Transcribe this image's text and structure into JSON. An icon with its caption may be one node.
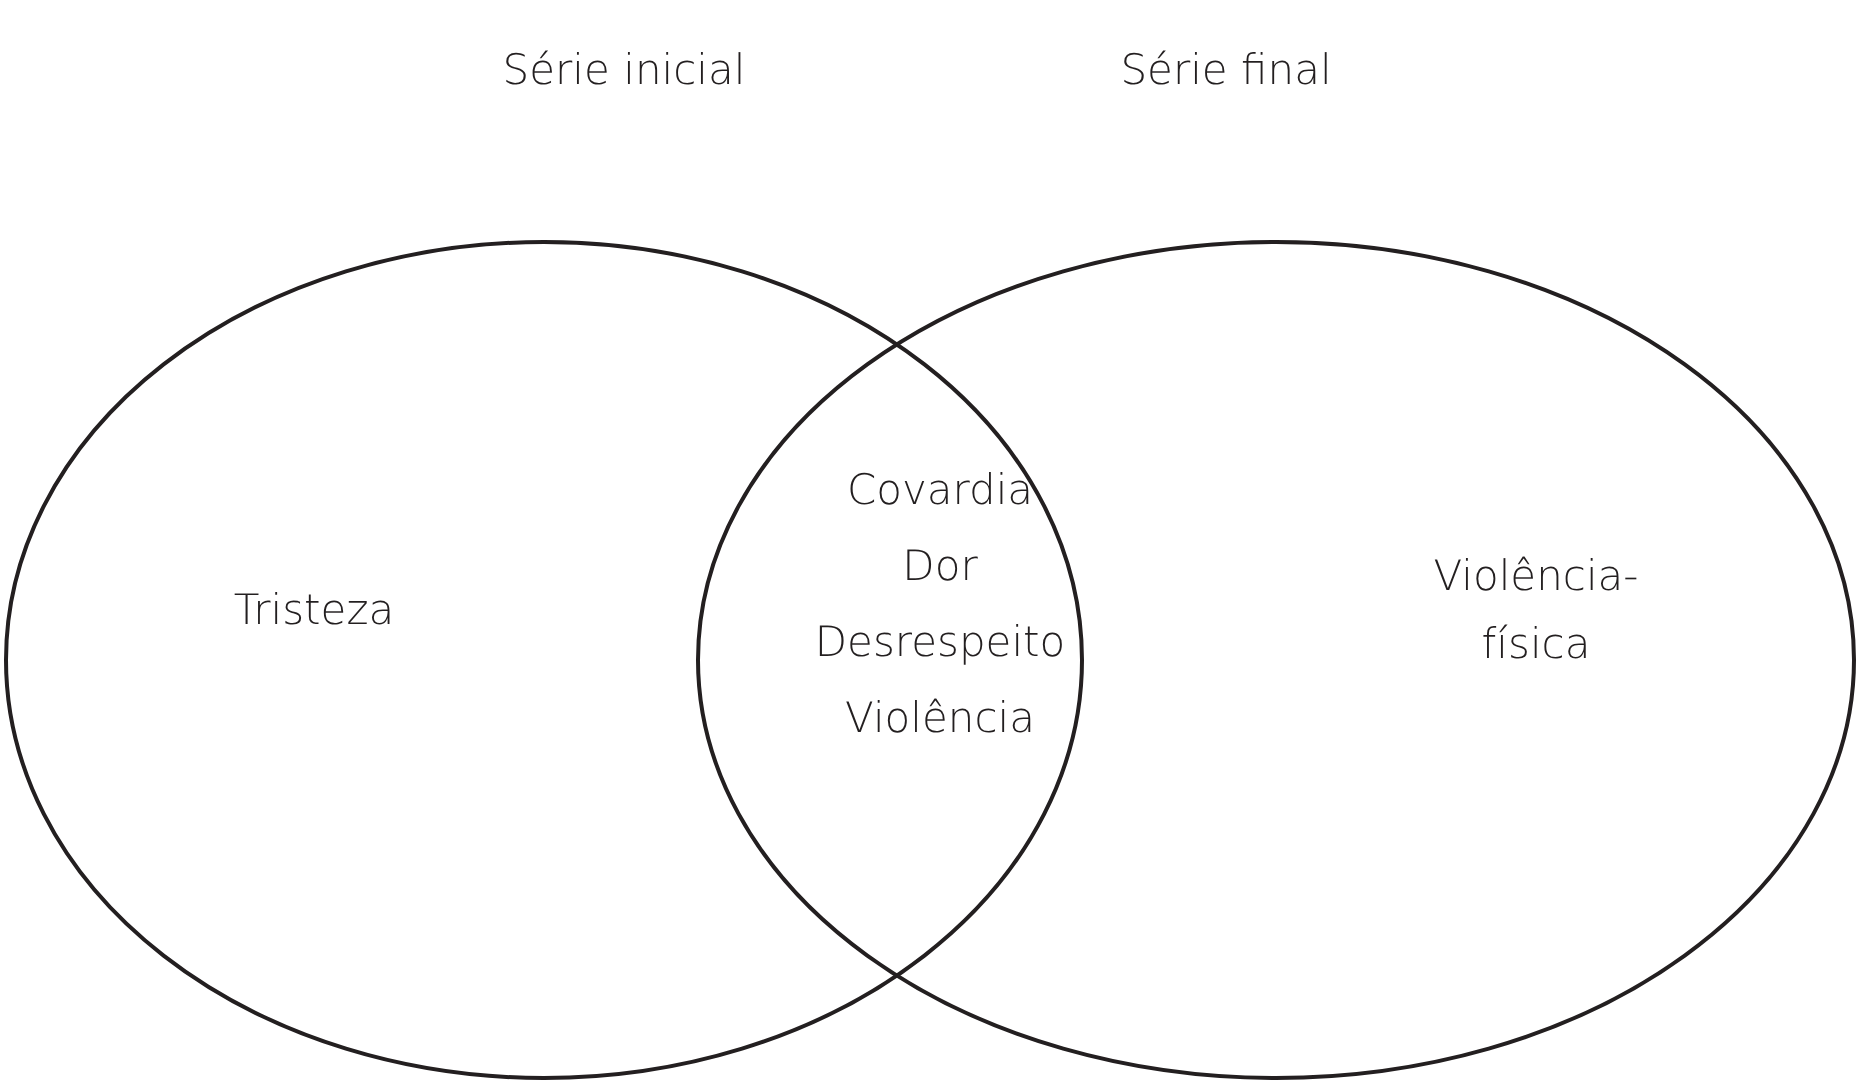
{
  "diagram": {
    "nodes": [
      {
        "text": [
          "Série inicial",
          "Tristeza"
        ]
      },
      {
        "text": [
          "Série final",
          "Violência- física"
        ]
      }
    ],
    "labels": [
      "Covardia",
      "Dor",
      "Desrespeito",
      "Violência"
    ]
  }
}
